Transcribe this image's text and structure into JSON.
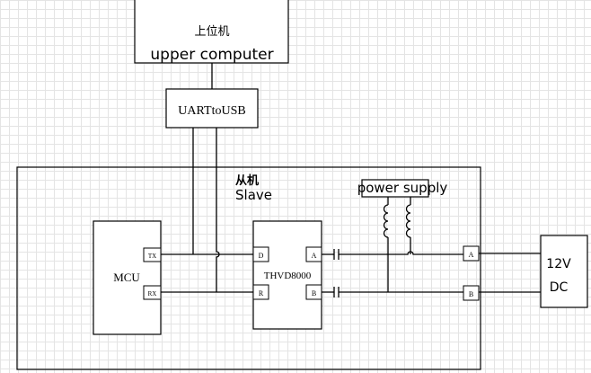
{
  "upper_computer": {
    "title_cn": "上位机",
    "title_en": "upper computer"
  },
  "uart_usb": {
    "label": "UARTtoUSB"
  },
  "slave": {
    "title_cn": "从机",
    "title_en": "Slave"
  },
  "mcu": {
    "label": "MCU",
    "pins": {
      "tx": "TX",
      "rx": "RX"
    }
  },
  "transceiver": {
    "label": "THVD8000",
    "pins": {
      "d": "D",
      "r": "R",
      "a": "A",
      "b": "B"
    }
  },
  "power_supply": {
    "label": "power supply"
  },
  "connector": {
    "a": "A",
    "b": "B"
  },
  "dc_source": {
    "voltage": "12V",
    "type": "DC"
  }
}
